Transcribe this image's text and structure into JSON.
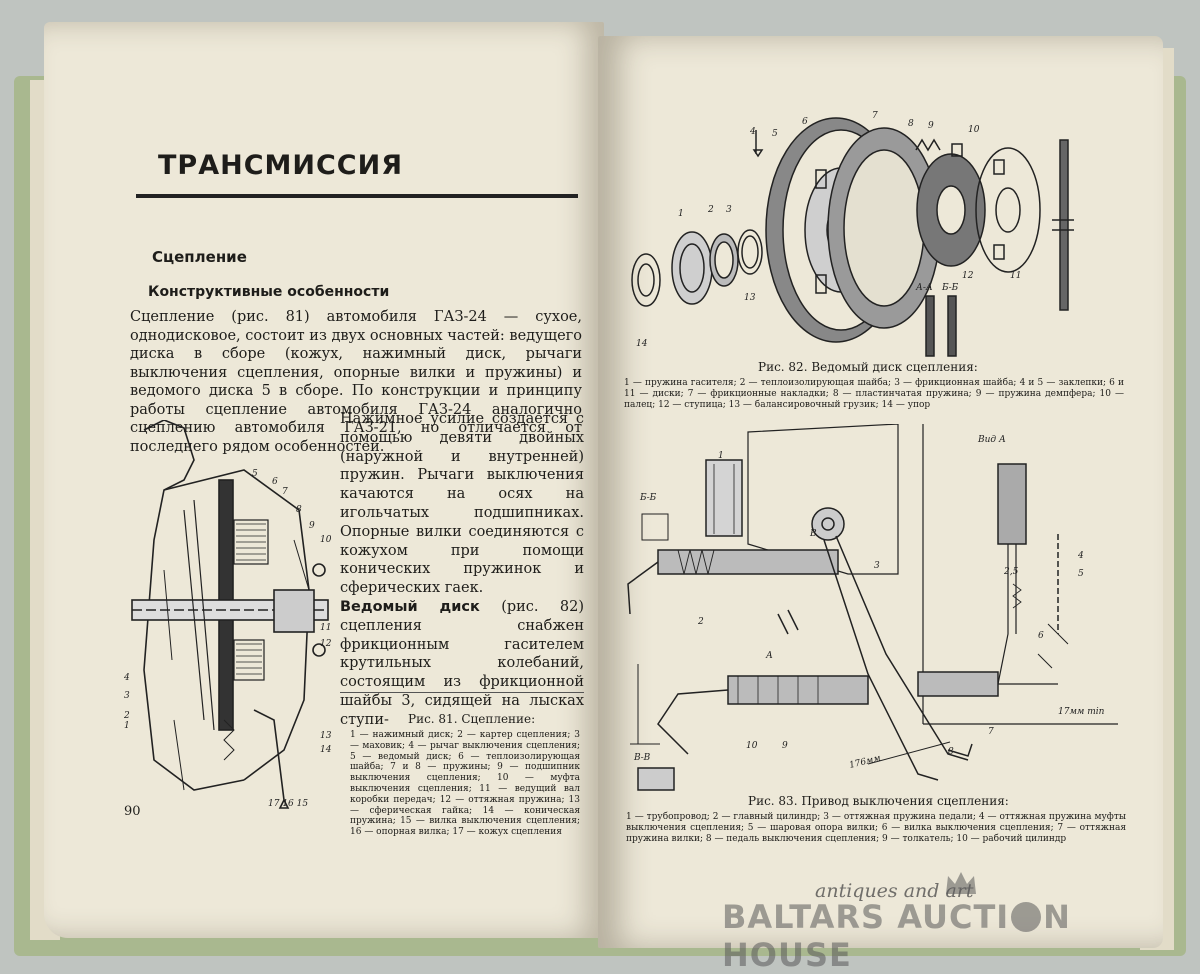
{
  "left_page": {
    "chapter_title": "ТРАНСМИССИЯ",
    "section_heading": "Сцепление",
    "subsection_heading": "Конструктивные особенности",
    "paragraph_1": "Сцепление (рис. 81) автомобиля ГАЗ-24 — сухое, однодисковое, состоит из двух основных частей: ведущего диска в сборе (кожух, нажимный диск, рычаги выключения сцепления, опорные вилки и пружины) и ведомого диска 5 в сборе. По конструкции и принципу работы сцепление автомобиля ГАЗ-24 аналогично сцеплению автомобиля ГАЗ-21, но отличается от последнего рядом особенностей.",
    "paragraph_2": "Нажимное усилие создается с помощью девяти двойных (наружной и внутренней) пружин. Рычаги выключения качаются на осях на игольчатых подшипниках. Опорные вилки соединяются с кожухом при помощи конических пружинок и сферических гаек.",
    "paragraph_3_bold": "Ведомый диск",
    "paragraph_3_rest": "(рис. 82) сцепления снабжен фрикционным гасителем крутильных колебаний, состоящим из фрикционной шайбы 3, сидящей на лысках ступи-",
    "fig81_caption": "Рис. 81. Сцепление:",
    "fig81_legend": "1 — нажимный диск; 2 — картер сцепления; 3 — маховик; 4 — рычаг выключения сцепления; 5 — ведомый диск; 6 — теплоизолирующая шайба; 7 и 8 — пружины; 9 — подшипник выключения сцепления; 10 — муфта выключения сцепления; 11 — ведущий вал коробки передач; 12 — оттяжная пружина; 13 — сферическая гайка; 14 — коническая пружина; 15 — вилка выключения сцепления; 16 — опорная вилка; 17 — кожух сцепления",
    "page_number": "90",
    "fig81_labels": {
      "l1": "1",
      "l2": "2",
      "l3": "3",
      "l4": "4",
      "l5": "5",
      "l6": "6",
      "l7": "7",
      "l8": "8",
      "l9": "9",
      "l10": "10",
      "l11": "11",
      "l12": "12",
      "l13": "13",
      "l14": "14",
      "l171615": "17 16 15"
    }
  },
  "right_page": {
    "fig82_caption": "Рис. 82. Ведомый диск сцепления:",
    "fig82_legend": "1 — пружина гасителя; 2 — теплоизолирующая шайба; 3 — фрикционная шайба; 4 и 5 — заклепки; 6 и 11 — диски; 7 — фрикционные накладки; 8 — пластинчатая пружина; 9 — пружина демпфера; 10 — палец; 12 — ступица; 13 — балансировочный грузик; 14 — упор",
    "fig82_labels": {
      "l1": "1",
      "l2": "2",
      "l3": "3",
      "l4": "4",
      "l5": "5",
      "l6": "6",
      "l7": "7",
      "l8": "8",
      "l9": "9",
      "l10": "10",
      "l11": "11",
      "l12": "12",
      "l13": "13",
      "l14": "14",
      "aa": "А-А",
      "bb": "Б-Б"
    },
    "fig83_caption": "Рис. 83. Привод выключения сцепления:",
    "fig83_legend": "1 — трубопровод; 2 — главный цилиндр; 3 — оттяжная пружина педали; 4 — оттяжная пружина муфты выключения сцепления; 5 — шаровая опора вилки; 6 — вилка выключения сцепления; 7 — оттяжная пружина вилки; 8 — педаль выключения сцепления; 9 — толкатель; 10 — рабочий цилиндр",
    "fig83_labels": {
      "bb": "Б-Б",
      "vv": "В-В",
      "vid_a": "Вид А",
      "a": "А",
      "v": "В",
      "l1": "1",
      "l2": "2",
      "l3": "3",
      "l4": "4",
      "l5": "5",
      "l6": "6",
      "l7": "7",
      "l8": "8",
      "l9": "9",
      "l10": "10",
      "l25": "2,5",
      "dim176": "176мм",
      "dim17": "17мм min"
    }
  },
  "watermark": {
    "line1": "antiques and art",
    "line2": "BALTARS AUCTI",
    "line2b": "N HOUSE"
  }
}
